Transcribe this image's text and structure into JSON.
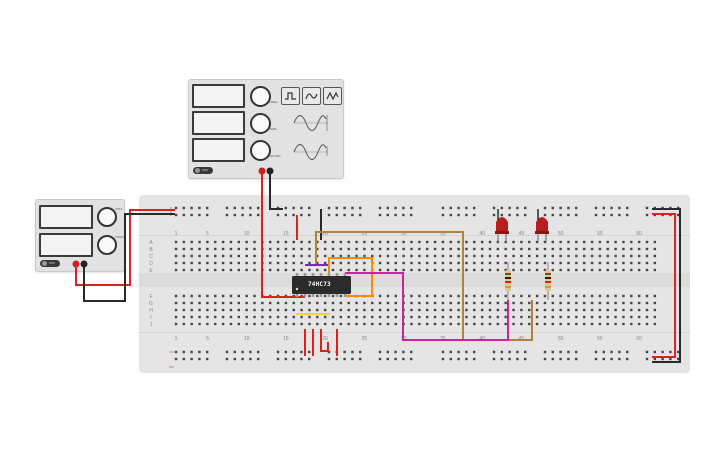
{
  "circuit": {
    "chip": {
      "label": "74HC73"
    },
    "breadboard": {
      "column_labels_top": [
        "1",
        "5",
        "10",
        "15",
        "20",
        "25",
        "30",
        "35",
        "40",
        "45",
        "50",
        "55",
        "60"
      ],
      "column_labels_bottom": [
        "1",
        "5",
        "10",
        "15",
        "20",
        "25",
        "30",
        "35",
        "40",
        "45",
        "50",
        "55",
        "60"
      ],
      "row_labels": [
        "A",
        "B",
        "C",
        "D",
        "E",
        "F",
        "G",
        "H",
        "I",
        "J"
      ]
    },
    "function_generator": {
      "power_label": "OFF",
      "knob_labels": [
        "FREQ",
        "AMPL",
        "OFFSET"
      ]
    },
    "power_supply": {
      "power_label": "OFF",
      "knob_labels": [
        "VOLT",
        "CURR"
      ]
    },
    "colors": {
      "board": "#e5e5e5",
      "wire_red": "#e02020",
      "wire_black": "#2a2a2a",
      "wire_brown": "#b0823e",
      "wire_purple": "#7a2ab0",
      "wire_orange": "#ff8a00",
      "wire_magenta": "#d21f9c",
      "wire_yellow": "#f2d431",
      "chip": "#2b2b2b",
      "led": "#b81e1e"
    },
    "icons": [
      "square-wave-icon",
      "triangle-wave-icon",
      "sine-wave-icon"
    ]
  }
}
